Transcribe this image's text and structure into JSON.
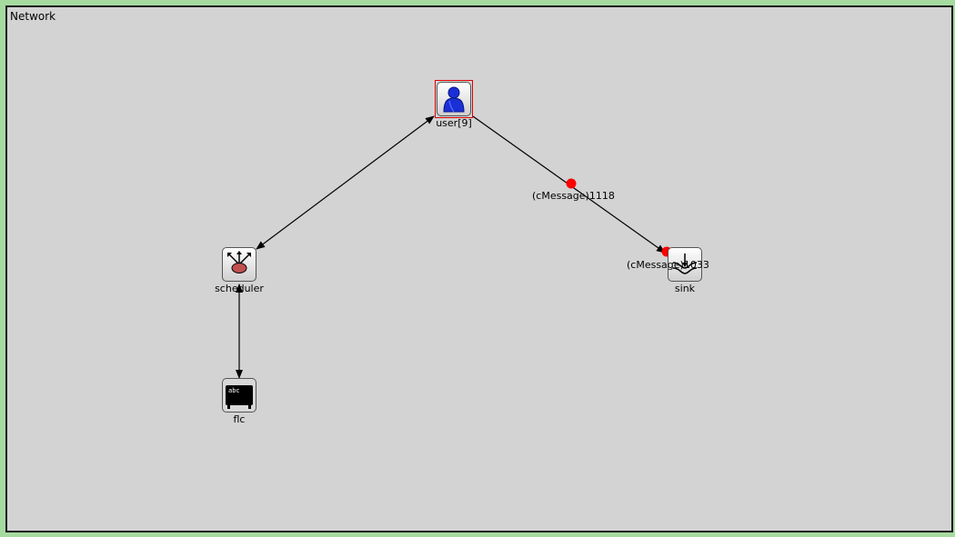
{
  "network": {
    "title": "Network"
  },
  "modules": {
    "user": {
      "label": "user[9]",
      "icon": "user-icon"
    },
    "scheduler": {
      "label": "scheduler",
      "icon": "scheduler-icon"
    },
    "flc": {
      "label": "flc",
      "icon": "display-abc-icon",
      "icon_text": "abc"
    },
    "sink": {
      "label": "sink",
      "icon": "sink-icon"
    }
  },
  "messages": {
    "m1": {
      "label": "(cMessage)1118",
      "color": "#ff0000"
    },
    "m2": {
      "label": "(cMessage)1033",
      "color": "#ff0000"
    }
  },
  "colors": {
    "canvas": "#d3d3d3",
    "border": "#a6dba0",
    "selection": "#e00000",
    "message": "#ff0000"
  }
}
